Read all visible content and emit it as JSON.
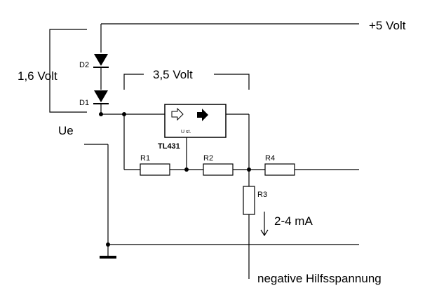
{
  "labels": {
    "v5": "+5 Volt",
    "v16": "1,6 Volt",
    "v35": "3,5 Volt",
    "ue": "Ue",
    "d1": "D1",
    "d2": "D2",
    "r1": "R1",
    "r2": "R2",
    "r3": "R3",
    "r4": "R4",
    "ic_name": "TL431",
    "ic_inner": "U st.",
    "current": "2-4 mA",
    "neg": "negative Hilfsspannung"
  }
}
